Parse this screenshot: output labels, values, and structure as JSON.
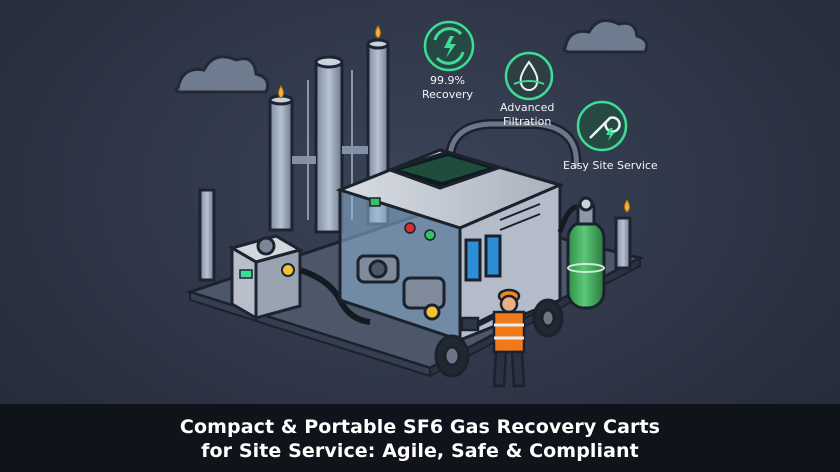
{
  "features": [
    {
      "label_line1": "99.9%",
      "label_line2": "Recovery",
      "icon": "recycle-lightning-icon"
    },
    {
      "label_line1": "Advanced",
      "label_line2": "Filtration",
      "icon": "water-drop-filter-icon"
    },
    {
      "label_line1": "Easy Site Service",
      "label_line2": "",
      "icon": "wrench-lightning-icon"
    }
  ],
  "caption": {
    "line1": "Compact & Portable SF6 Gas Recovery Carts",
    "line2": "for Site Service: Agile, Safe & Compliant"
  },
  "colors": {
    "accent": "#3ddc97",
    "background": "#2d3546",
    "caption_bar": "#0e1118",
    "cylinder": "#3aa655",
    "worker_vest": "#f07a1a"
  }
}
